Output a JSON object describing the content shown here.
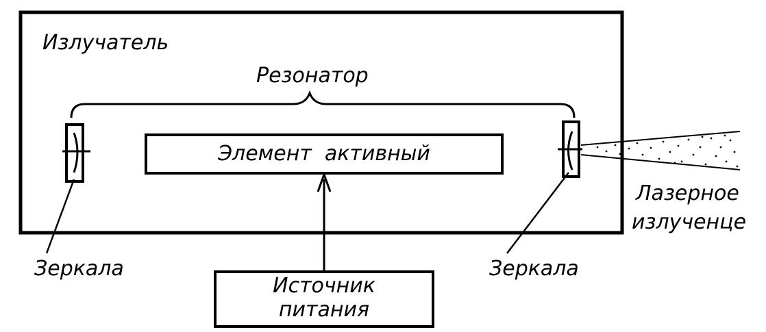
{
  "diagram": {
    "emitter_label": "Излучатель",
    "resonator_label": "Резонатор",
    "active_element_label": "Элемент  активный",
    "mirror_left_label": "Зеркала",
    "mirror_right_label": "Зеркала",
    "laser_output_label_line1": "Лазерное",
    "laser_output_label_line2": "излученце",
    "power_source_label_line1": "Источник",
    "power_source_label_line2": "питания"
  }
}
